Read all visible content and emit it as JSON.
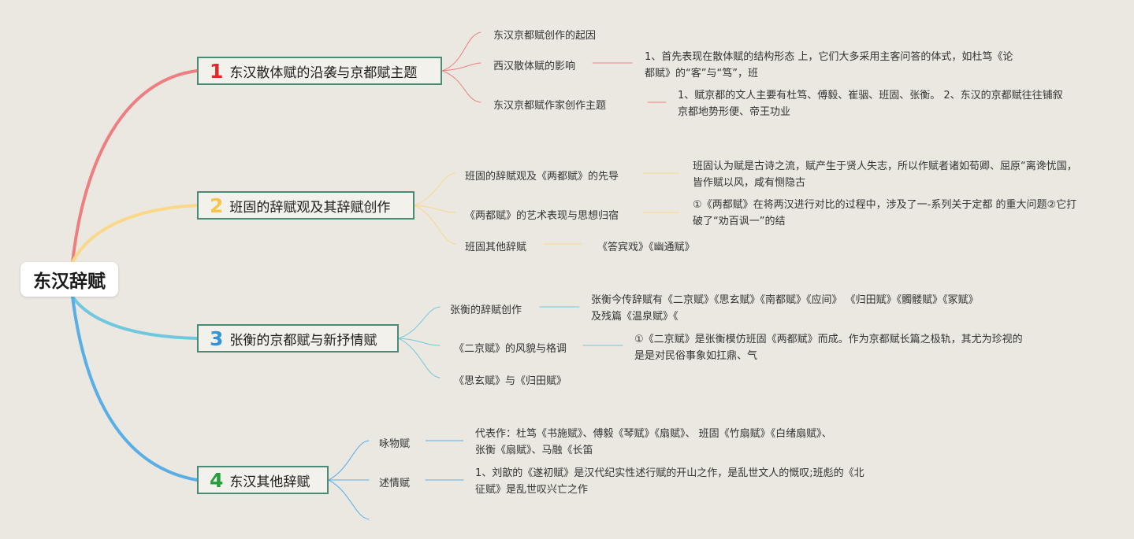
{
  "root": "东汉辞赋",
  "colors": {
    "background": "#ebe8e1",
    "branch_border": "#4c8a78",
    "branch1": "#ee7f80",
    "branch2": "#f9d88a",
    "branch3": "#6fc8dc",
    "branch4": "#5aaee6",
    "num1": "#e02a2a",
    "num2": "#f5c64a",
    "num3": "#2f95d8",
    "num4": "#23a03a"
  },
  "branches": [
    {
      "num": "1",
      "title": "东汉散体赋的沿袭与京都赋主题",
      "subs": [
        {
          "label": "东汉京都赋创作的起因",
          "detail": ""
        },
        {
          "label": "西汉散体赋的影响",
          "detail": "1、首先表现在散体赋的结构形态 上，它们大多采用主客问答的体式，如杜笃《论都赋》的“客”与“笃”，班"
        },
        {
          "label": "东汉京都赋作家创作主题",
          "detail": "1、赋京都的文人主要有杜笃、傅毅、崔骃、班固、张衡。 2、东汉的京都赋往往铺叙京都地势形便、帝王功业"
        }
      ]
    },
    {
      "num": "2",
      "title": "班固的辞赋观及其辞赋创作",
      "subs": [
        {
          "label": "班固的辞赋观及《两都赋》的先导",
          "detail": "班固认为赋是古诗之流，赋产生于贤人失志，所以作赋者诸如荀卿、屈原“离谗忧国，皆作赋以风，咸有恻隐古"
        },
        {
          "label": "《两都赋》的艺术表现与思想归宿",
          "detail": "①《两都赋》在将两汉进行对比的过程中，涉及了一-系列关于定都 的重大问题②它打破了“劝百讽一”的结"
        },
        {
          "label": "班固其他辞赋",
          "detail": "《答宾戏》《幽通赋》"
        }
      ]
    },
    {
      "num": "3",
      "title": "张衡的京都赋与新抒情赋",
      "subs": [
        {
          "label": "张衡的辞赋创作",
          "detail": "张衡今传辞赋有《二京赋》《思玄赋》《南都赋》《应间》 《归田赋》《髑髅赋》《冢赋》及残篇《温泉赋》《"
        },
        {
          "label": "《二京赋》的风貌与格调",
          "detail": "①《二京赋》是张衡模仿班固《两都赋》而成。作为京都赋长篇之极轨，其尤为珍视的是是对民俗事象如扛鼎、气"
        },
        {
          "label": "《思玄赋》与《归田赋》",
          "detail": ""
        }
      ]
    },
    {
      "num": "4",
      "title": "东汉其他辞赋",
      "subs": [
        {
          "label": "咏物赋",
          "detail": "代表作：杜笃《书施赋》、傅毅《琴赋》《扇赋》、 班固《竹扇赋》《白绪扇赋》、张衡《扇赋》、马融《长笛"
        },
        {
          "label": "述情赋",
          "detail": "1、刘歆的《遂初赋》是汉代纪实性述行赋的开山之作，是乱世文人的慨叹;班彪的《北征赋》是乱世叹兴亡之作"
        },
        {
          "label": "",
          "detail": ""
        }
      ]
    }
  ]
}
